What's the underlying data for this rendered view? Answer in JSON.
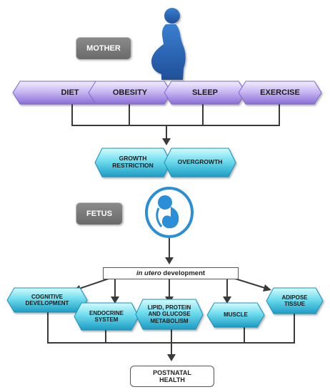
{
  "mother": {
    "label": "MOTHER"
  },
  "fetus": {
    "label": "FETUS"
  },
  "factors": [
    {
      "label": "DIET"
    },
    {
      "label": "OBESITY"
    },
    {
      "label": "SLEEP"
    },
    {
      "label": "EXERCISE"
    }
  ],
  "growth": [
    {
      "label": "GROWTH RESTRICTION"
    },
    {
      "label": "OVERGROWTH"
    }
  ],
  "development": {
    "prefix": "in utero",
    "suffix": " development"
  },
  "outcomes": [
    {
      "label": "COGNITIVE DEVELOPMENT"
    },
    {
      "label": "ENDOCRINE SYSTEM"
    },
    {
      "label": "LIPID, PROTEIN AND GLUCOSE METABOLISM"
    },
    {
      "label": "MUSCLE"
    },
    {
      "label": "ADIPOSE TISSUE"
    }
  ],
  "result": {
    "label": "POSTNATAL HEALTH"
  },
  "colors": {
    "purple_top": "#e9e2fb",
    "purple_bottom": "#8a6ed6",
    "cyan_top": "#b8f6fa",
    "cyan_bottom": "#1fa3c9",
    "silhouette": "#2c66b8",
    "line": "#3a3a3a"
  },
  "icons": {
    "mother": "pregnant-woman-icon",
    "fetus": "fetus-icon"
  }
}
